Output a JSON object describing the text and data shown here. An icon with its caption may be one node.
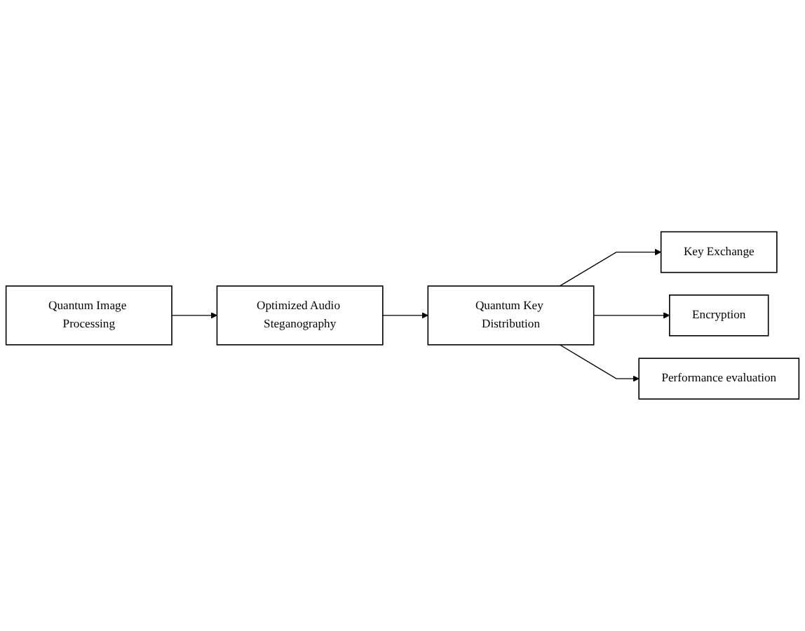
{
  "diagram": {
    "nodes": [
      {
        "text": [
          "Quantum Image Processing"
        ]
      },
      {
        "text": [
          "Optimized Audio Steganography"
        ]
      },
      {
        "text": [
          "Quantum Key Distribution"
        ]
      },
      {
        "text": [
          "Key Exchange"
        ]
      },
      {
        "text": [
          "Encryption"
        ]
      },
      {
        "text": [
          "Performance evaluation"
        ]
      }
    ],
    "edges": [
      {
        "from": 0,
        "to": 1,
        "arrow": "to"
      },
      {
        "from": 1,
        "to": 2,
        "arrow": "to"
      },
      {
        "from": 2,
        "to": 3,
        "arrow": "to"
      },
      {
        "from": 2,
        "to": 4,
        "arrow": "to"
      },
      {
        "from": 2,
        "to": 5,
        "arrow": "to"
      }
    ]
  }
}
